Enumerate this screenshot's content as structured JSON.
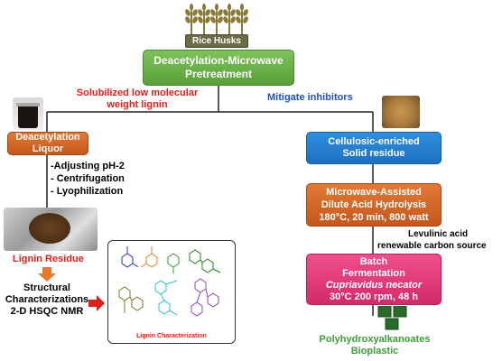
{
  "rice_husks_label": "Rice Husks",
  "pretreatment": {
    "line1": "Deacetylation-Microwave",
    "line2": "Pretreatment"
  },
  "solubilized_label": {
    "line1": "Solubilized low molecular",
    "line2": "weight lignin"
  },
  "mitigate_label": "Mitigate inhibitors",
  "liquor": {
    "line1": "Deacetylation",
    "line2": "Liquor"
  },
  "liquor_steps": [
    "-Adjusting pH-2",
    "- Centrifugation",
    "- Lyophilization"
  ],
  "lignin_residue_label": "Lignin Residue",
  "structural": {
    "line1": "Structural",
    "line2": "Characterizations",
    "line3": "2-D HSQC NMR"
  },
  "lignin_characterization_label": "Lignin Characterization",
  "solid_residue": {
    "line1": "Cellulosic-enriched",
    "line2": "Solid residue"
  },
  "hydrolysis": {
    "line1": "Microwave-Assisted",
    "line2": "Dilute Acid Hydrolysis",
    "line3": "180°C, 20 min, 800 watt"
  },
  "levulinic": {
    "line1": "Levulinic acid",
    "line2": "renewable carbon source"
  },
  "fermentation": {
    "line1": "Batch",
    "line2": "Fermentation",
    "line3": "Cupriavidus necator",
    "line4": "30°C 200 rpm, 48 h"
  },
  "product": {
    "line1": "Polyhydroxyalkanoates",
    "line2": "Bioplastic"
  },
  "colors": {
    "green": "#5aa03a",
    "orange": "#c4571d",
    "blue": "#1e6fc0",
    "pink": "#d22b69",
    "red_text": "#e0201a",
    "blue_text": "#1f4fd0",
    "green_text": "#3aa035"
  }
}
